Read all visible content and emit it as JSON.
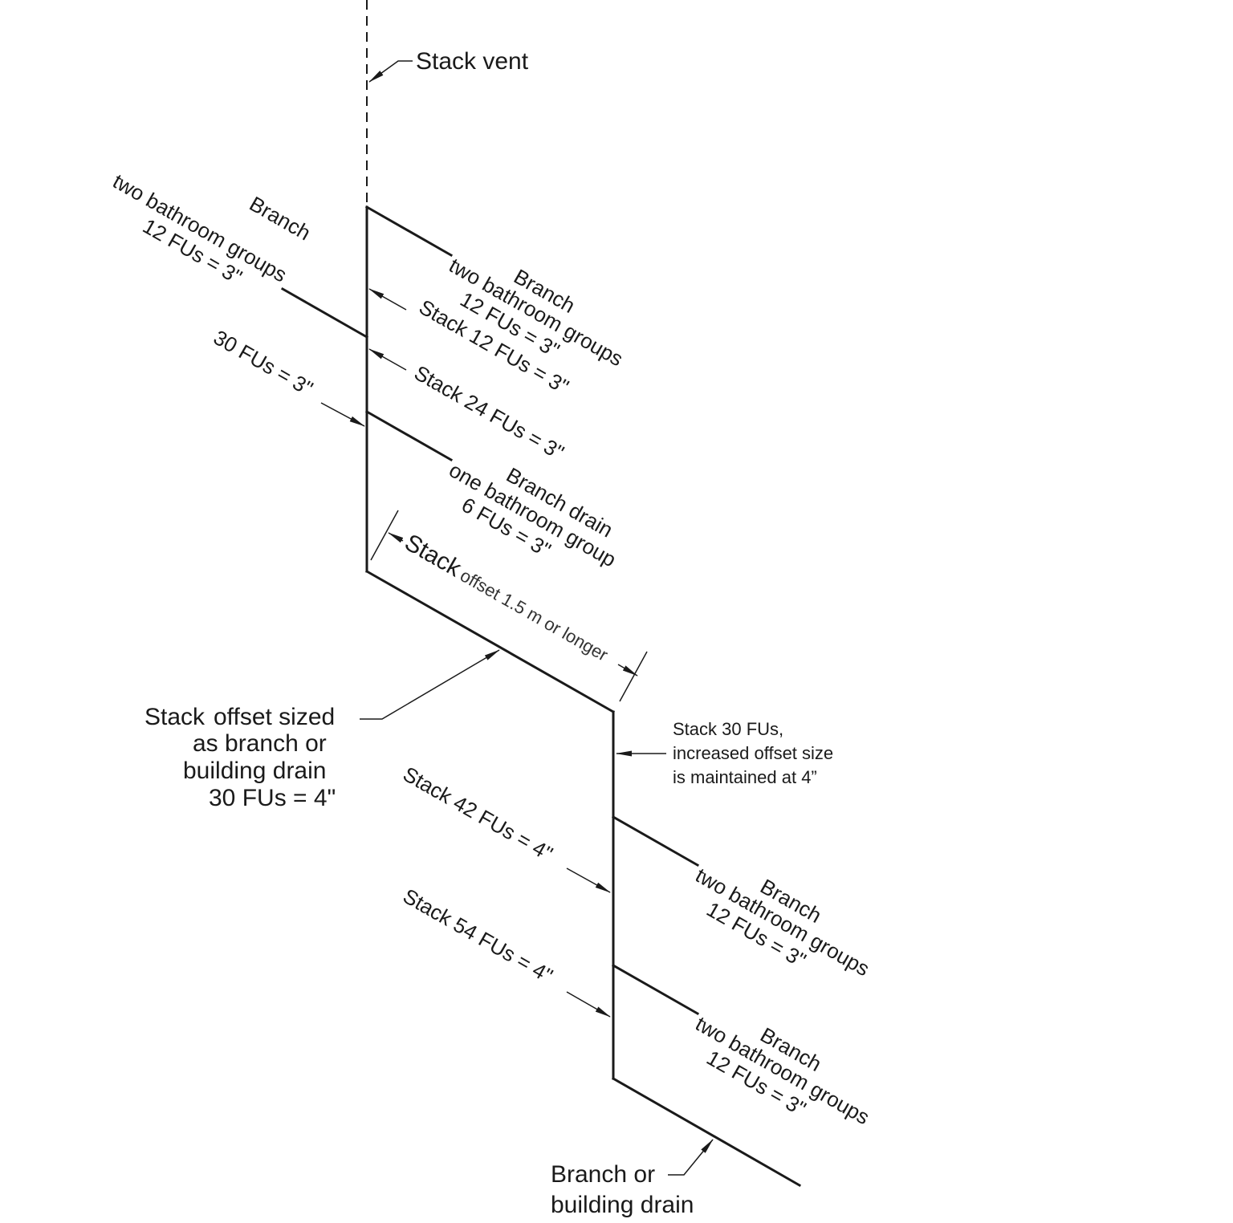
{
  "labels": {
    "stack_vent": "Stack vent",
    "branch_top_left": {
      "l1": "Branch",
      "l2": "two bathroom groups",
      "l3": "12 FUs  = 3\""
    },
    "branch_top_right": {
      "l1": "Branch",
      "l2": "two bathroom groups",
      "l3": "12 FUs  = 3\""
    },
    "stack_12": "Stack 12 FUs  = 3\"",
    "stack_24": "Stack 24 FUs  = 3\"",
    "left_30": "30 FUs  = 3\"",
    "branch_drain": {
      "l1": "Branch drain",
      "l2": "one bathroom group",
      "l3": "6 FUs  = 3\""
    },
    "offset_dim": {
      "stack": "Stack",
      "rest": "offset 1.5 m or longer"
    },
    "offset_sized": {
      "l1_stack": "Stack",
      "l1_rest": "offset sized",
      "l2": "as branch or",
      "l3": "building drain",
      "l4": "30 FUs = 4\""
    },
    "stack_30_note": {
      "l1": "Stack 30 FUs,",
      "l2": "increased offset size",
      "l3": "is maintained at 4”"
    },
    "stack_42": "Stack 42  FUs  = 4\"",
    "stack_54": "Stack 54 FUs  = 4\"",
    "branch_lower_1": {
      "l1": "Branch",
      "l2": "two bathroom groups",
      "l3": "12 FUs  = 3\""
    },
    "branch_lower_2": {
      "l1": "Branch",
      "l2": "two bathroom groups",
      "l3": "12 FUs  = 3\""
    },
    "building_drain": {
      "l1": "Branch or",
      "l2": "building drain"
    }
  }
}
